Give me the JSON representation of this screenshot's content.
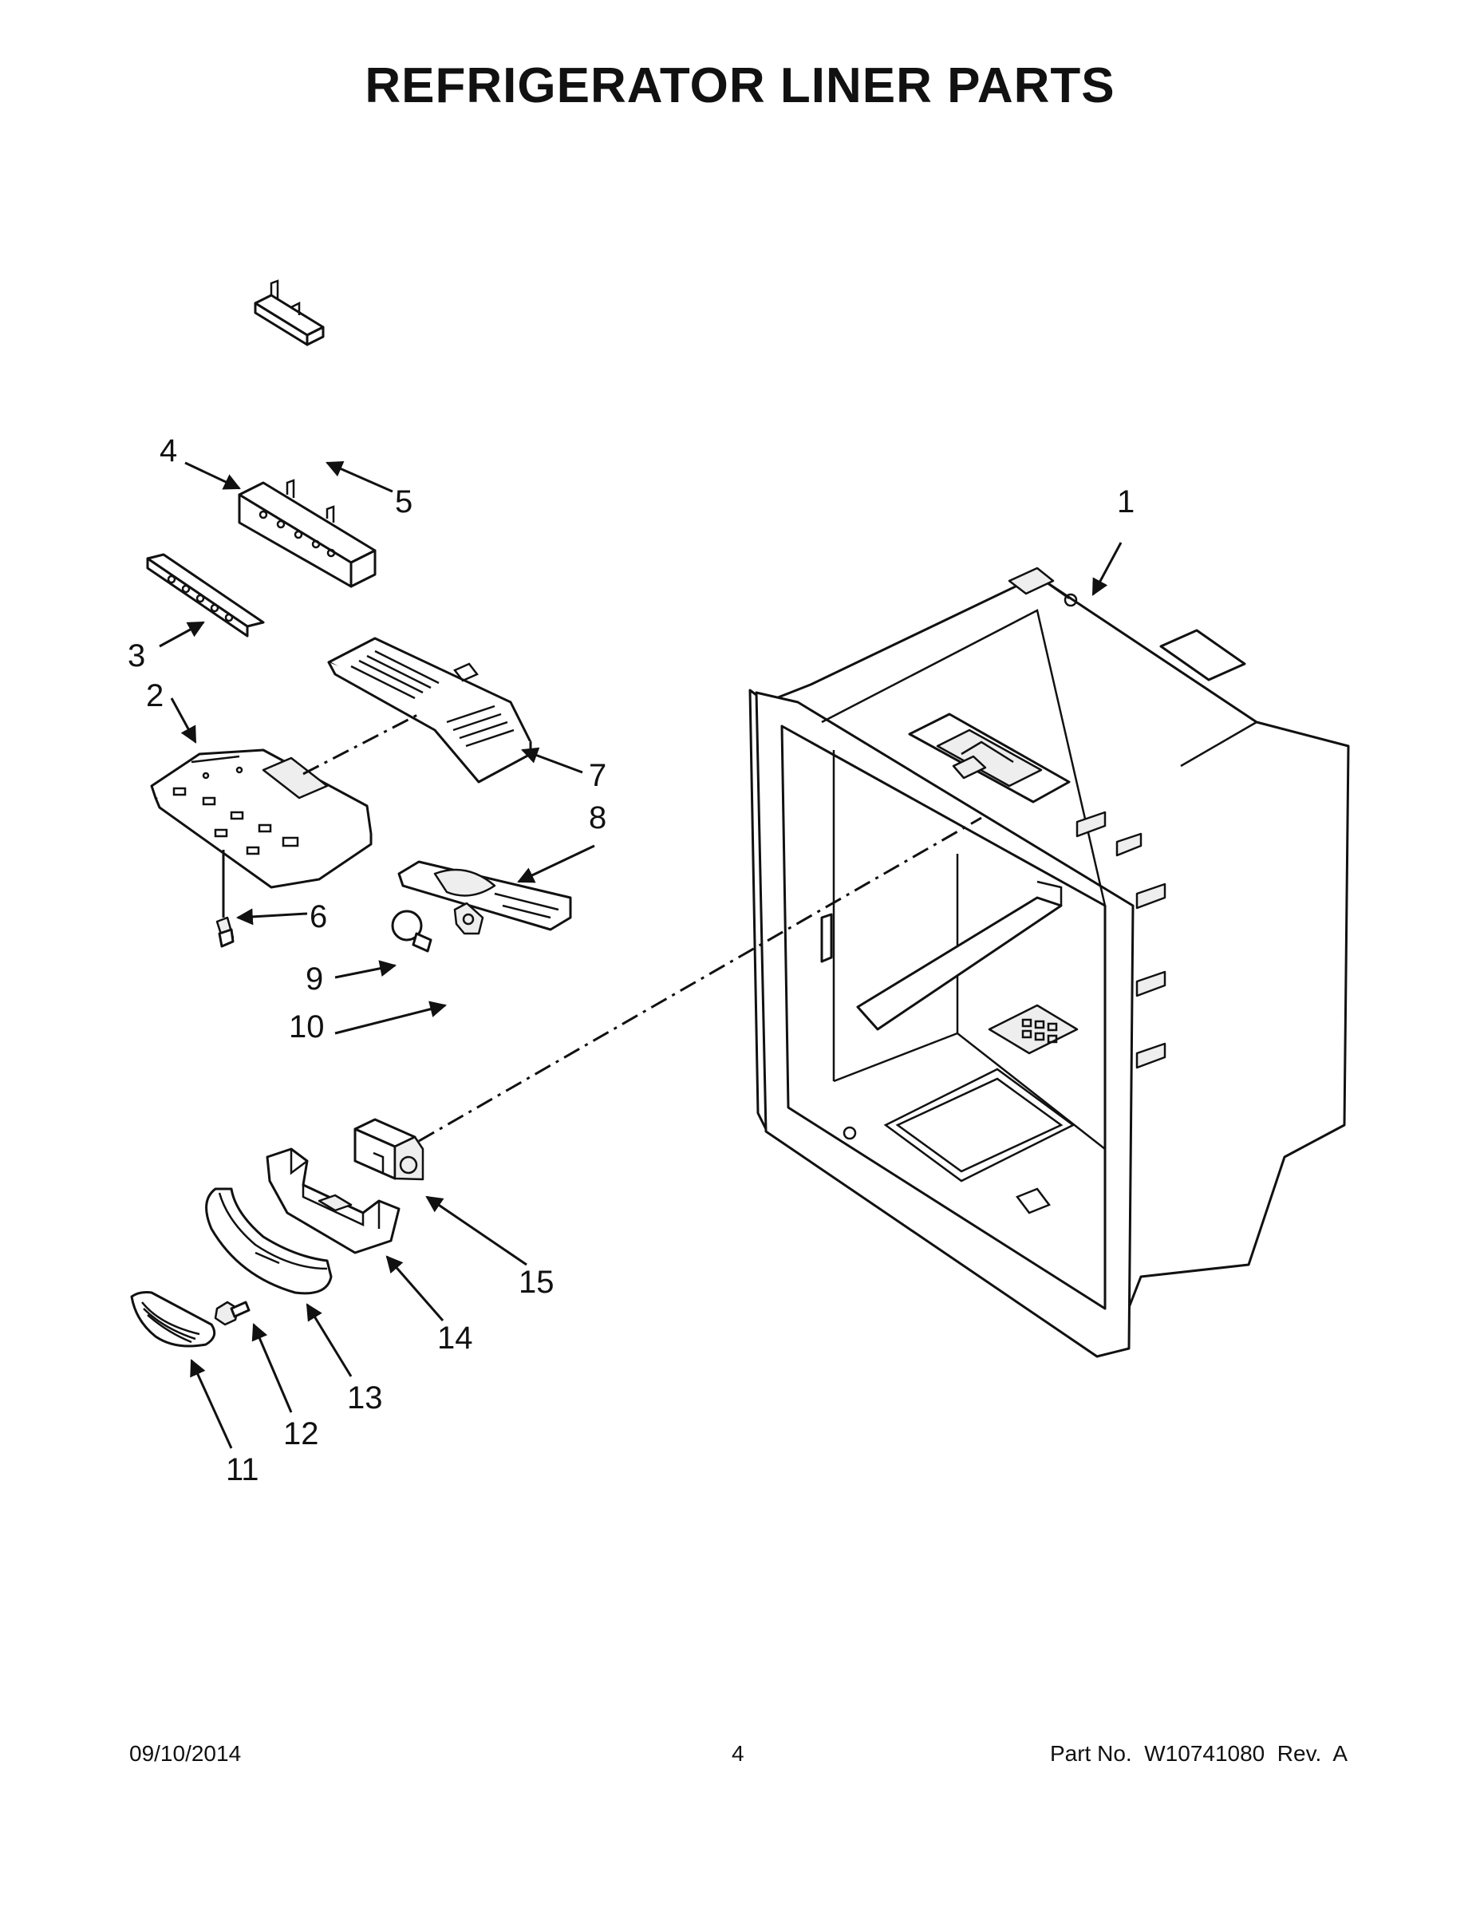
{
  "title": "REFRIGERATOR LINER PARTS",
  "footer": {
    "date": "09/10/2014",
    "page": "4",
    "part_no": "Part No.  W10741080  Rev.  A"
  },
  "callouts": {
    "c1": "1",
    "c2": "2",
    "c3": "3",
    "c4": "4",
    "c5": "5",
    "c6": "6",
    "c7": "7",
    "c8": "8",
    "c9": "9",
    "c10": "10",
    "c11": "11",
    "c12": "12",
    "c13": "13",
    "c14": "14",
    "c15": "15"
  }
}
